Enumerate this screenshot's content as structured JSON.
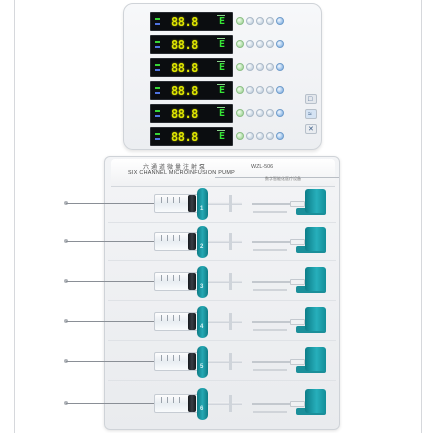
{
  "control_unit": {
    "channels": [
      {
        "reading": "88.8",
        "status": "E"
      },
      {
        "reading": "88.8",
        "status": "E"
      },
      {
        "reading": "88.8",
        "status": "E"
      },
      {
        "reading": "88.8",
        "status": "E"
      },
      {
        "reading": "88.8",
        "status": "E"
      },
      {
        "reading": "88.8",
        "status": "E"
      }
    ],
    "side_keys": [
      "□",
      "≈",
      "✕"
    ]
  },
  "pump": {
    "model_cn": "六通道微量注射泵",
    "model_en": "SIX CHANNEL MICROINFUSION PUMP",
    "model_no": "WZL-506",
    "sub_label": "数字智能化医疗设备",
    "channel_numbers": [
      "1",
      "2",
      "3",
      "4",
      "5",
      "6"
    ]
  },
  "colors": {
    "accent_teal": "#1f9ea9",
    "lcd_digit_yellow": "#dfe600",
    "lcd_status_green": "#36e536",
    "body_gray": "#eceef1"
  }
}
